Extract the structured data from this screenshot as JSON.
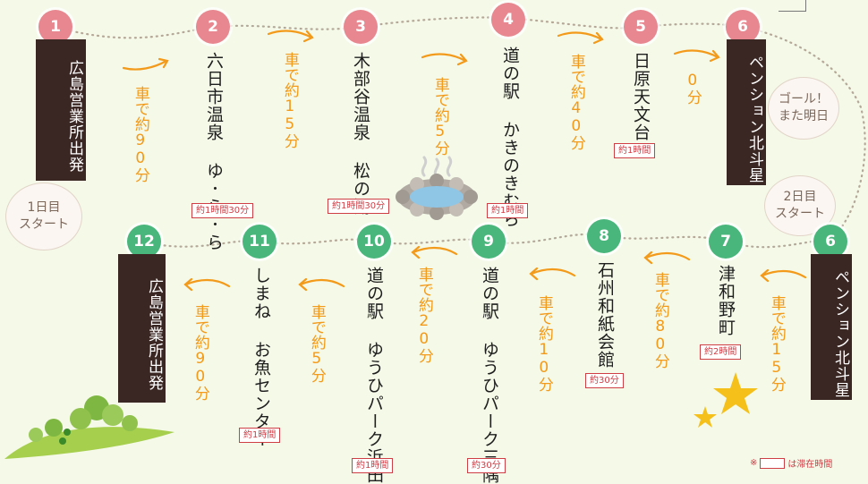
{
  "day1": {
    "start_bubble": "1日目\nスタート",
    "goal_bubble": "ゴール！\nまた明日",
    "stops": [
      {
        "num": "1",
        "name": "広島営業所出発"
      },
      {
        "num": "2",
        "name": "六日市温泉 ゆ･ら･ら",
        "stay": "約1時間30分"
      },
      {
        "num": "3",
        "name": "木部谷温泉 松の湯",
        "stay": "約1時間30分"
      },
      {
        "num": "4",
        "name": "道の駅 かきのきむら",
        "stay": "約1時間"
      },
      {
        "num": "5",
        "name": "日原天文台",
        "stay": "約1時間"
      },
      {
        "num": "6",
        "name": "ペンション北斗星"
      }
    ],
    "drives": [
      "車で約90分",
      "車で約15分",
      "車で約5分",
      "車で約40分",
      "0分"
    ]
  },
  "day2": {
    "start_bubble": "2日目\nスタート",
    "stops": [
      {
        "num": "6",
        "name": "ペンション北斗星"
      },
      {
        "num": "7",
        "name": "津和野町",
        "stay": "約2時間"
      },
      {
        "num": "8",
        "name": "石州和紙会館",
        "stay": "約30分"
      },
      {
        "num": "9",
        "name": "道の駅 ゆうひパーク三隅",
        "stay": "約30分"
      },
      {
        "num": "10",
        "name": "道の駅 ゆうひパーク浜田",
        "stay": "約1時間"
      },
      {
        "num": "11",
        "name": "しまね お魚センター",
        "stay": "約1時間"
      },
      {
        "num": "12",
        "name": "広島営業所出発"
      }
    ],
    "drives": [
      "車で約15分",
      "車で約80分",
      "車で約10分",
      "車で約20分",
      "車で約5分",
      "車で約90分"
    ]
  },
  "legend": {
    "mark": "※",
    "text": "は滞在時間"
  },
  "colors": {
    "pink": "#e8878f",
    "green": "#49b67c",
    "dark": "#3a2623",
    "orange": "#f39a1a",
    "badge": "#cf3d45",
    "bg": "#f4f9e8"
  }
}
